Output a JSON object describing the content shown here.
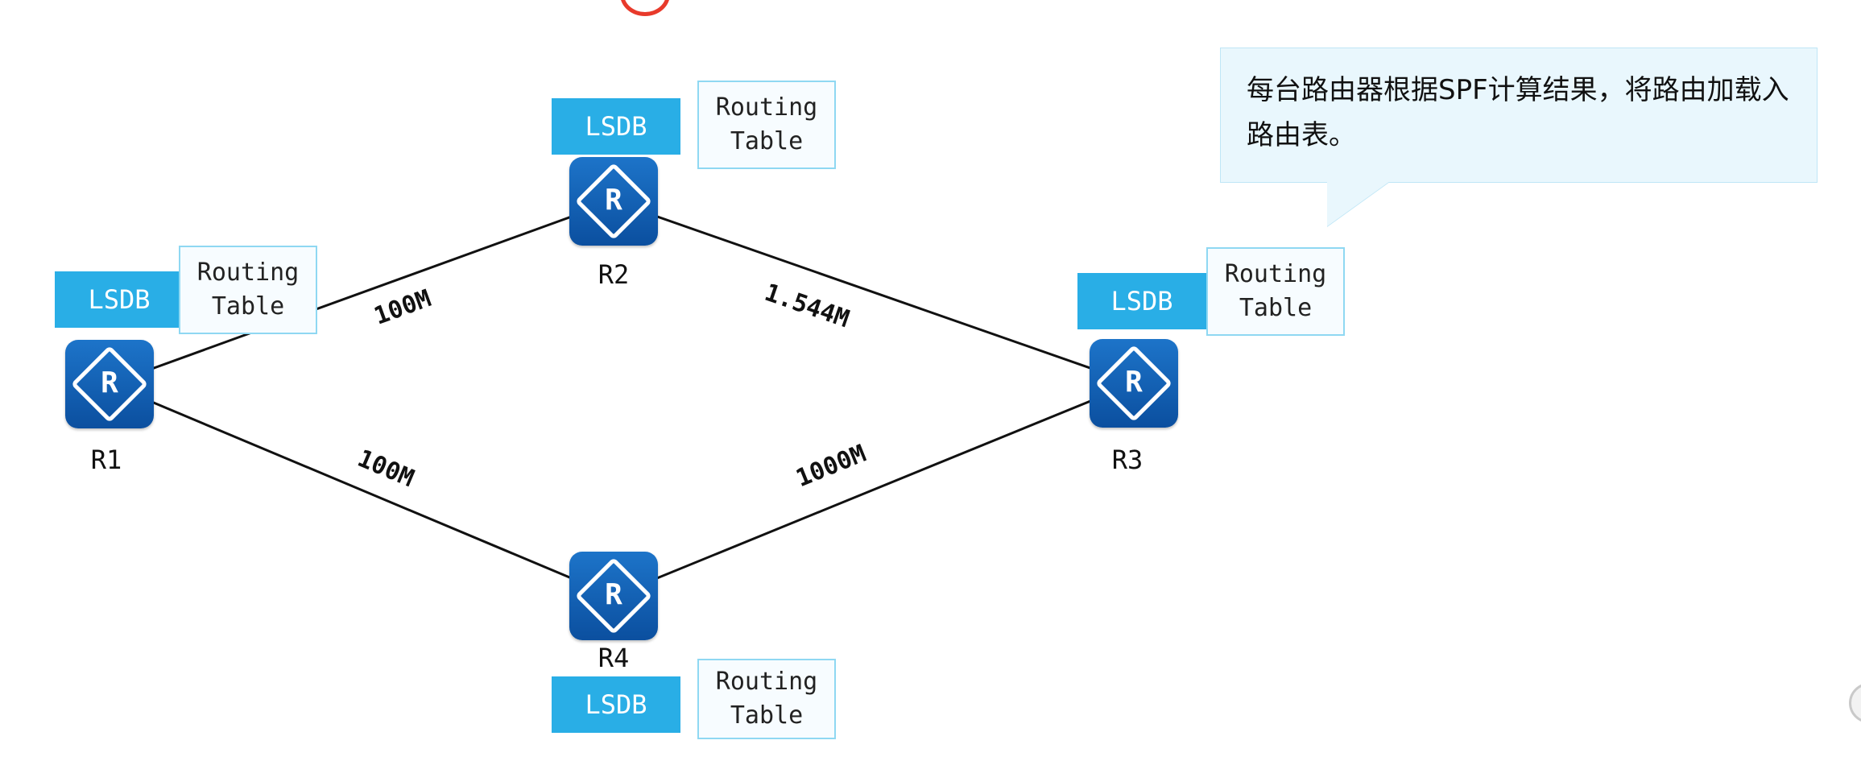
{
  "callout": {
    "text": "每台路由器根据SPF计算结果，将路由加载入路由表。"
  },
  "labels": {
    "lsdb": "LSDB",
    "routing_table": "Routing Table",
    "router_icon_letter": "R"
  },
  "routers": [
    {
      "id": "R1"
    },
    {
      "id": "R2"
    },
    {
      "id": "R3"
    },
    {
      "id": "R4"
    }
  ],
  "links": [
    {
      "from": "R1",
      "to": "R2",
      "speed": "100M"
    },
    {
      "from": "R2",
      "to": "R3",
      "speed": "1.544M"
    },
    {
      "from": "R1",
      "to": "R4",
      "speed": "100M"
    },
    {
      "from": "R4",
      "to": "R3",
      "speed": "1000M"
    }
  ],
  "colors": {
    "lsdb_bg": "#29aee6",
    "routing_table_border": "#8fd8f2",
    "router_blue": "#0b4f9f",
    "line": "#111111",
    "callout_bg": "#e9f7fd"
  }
}
